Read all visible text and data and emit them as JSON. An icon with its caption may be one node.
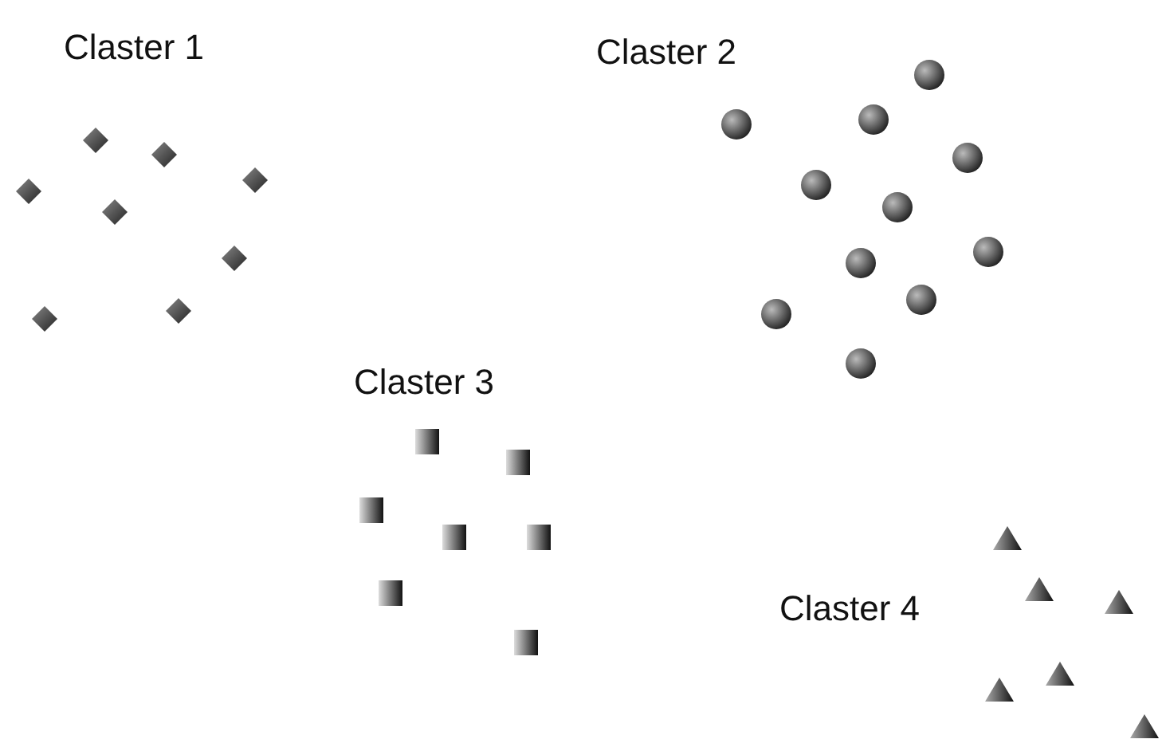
{
  "diagram": {
    "labels": [
      "Claster 1",
      "Claster 2",
      "Claster 3",
      "Claster 4"
    ]
  }
}
